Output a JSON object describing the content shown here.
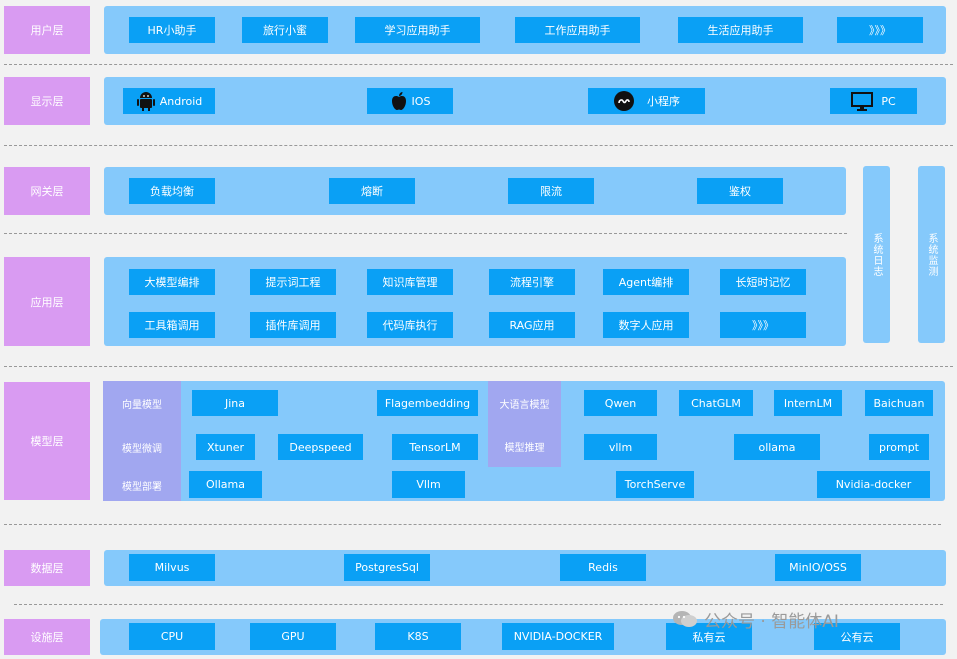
{
  "layers": {
    "user": "用户层",
    "display": "显示层",
    "gateway": "网关层",
    "app": "应用层",
    "model": "模型层",
    "data": "数据层",
    "infra": "设施层"
  },
  "user_items": [
    "HR小助手",
    "旅行小蜜",
    "学习应用助手",
    "工作应用助手",
    "生活应用助手",
    "》》》"
  ],
  "display_items": [
    "Android",
    "IOS",
    "小程序",
    "PC"
  ],
  "gateway_items": [
    "负载均衡",
    "熔断",
    "限流",
    "鉴权"
  ],
  "side": {
    "logs": "系统日志",
    "monitor": "系统监测"
  },
  "app_row1": [
    "大模型编排",
    "提示词工程",
    "知识库管理",
    "流程引擎",
    "Agent编排",
    "长短时记忆"
  ],
  "app_row2": [
    "工具箱调用",
    "插件库调用",
    "代码库执行",
    "RAG应用",
    "数字人应用",
    "》》》"
  ],
  "model": {
    "vector_label": "向量模型",
    "finetune_label": "模型微调",
    "deploy_label": "模型部署",
    "llm_label": "大语言模型",
    "infer_label": "模型推理",
    "vector_items": [
      "Jina",
      "Flagembedding"
    ],
    "finetune_items": [
      "Xtuner",
      "Deepspeed",
      "TensorLM"
    ],
    "llm_items": [
      "Qwen",
      "ChatGLM",
      "InternLM",
      "Baichuan"
    ],
    "infer_items": [
      "vllm",
      "ollama",
      "prompt"
    ],
    "deploy_items": [
      "Ollama",
      "Vllm",
      "TorchServe",
      "Nvidia-docker"
    ]
  },
  "data_items": [
    "Milvus",
    "PostgresSql",
    "Redis",
    "MinIO/OSS"
  ],
  "infra_items": [
    "CPU",
    "GPU",
    "K8S",
    "NVIDIA-DOCKER",
    "私有云",
    "公有云"
  ],
  "watermark": "公众号 · 智能体AI",
  "colors": {
    "layer": "#d99bf2",
    "panel": "#85c9fb",
    "box": "#0aa0f5",
    "sublabel": "#a1a7f0"
  },
  "icons": {
    "android": "android-icon",
    "ios": "apple-icon",
    "miniprogram": "miniprogram-icon",
    "pc": "monitor-icon"
  }
}
